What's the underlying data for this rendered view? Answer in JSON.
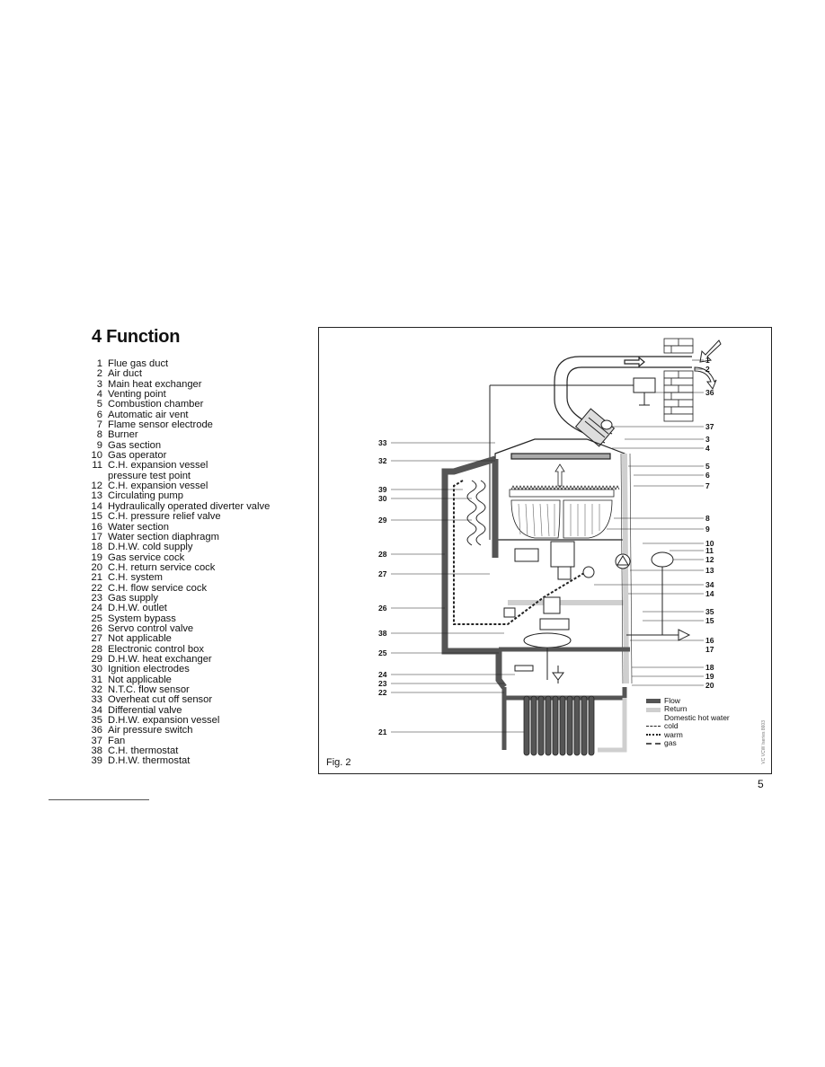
{
  "section": {
    "number": "4",
    "title": "Function"
  },
  "items": [
    {
      "num": "1",
      "label": "Flue gas duct"
    },
    {
      "num": "2",
      "label": "Air duct"
    },
    {
      "num": "3",
      "label": "Main heat exchanger"
    },
    {
      "num": "4",
      "label": "Venting point"
    },
    {
      "num": "5",
      "label": "Combustion chamber"
    },
    {
      "num": "6",
      "label": "Automatic air vent"
    },
    {
      "num": "7",
      "label": "Flame sensor electrode"
    },
    {
      "num": "8",
      "label": "Burner"
    },
    {
      "num": "9",
      "label": "Gas section"
    },
    {
      "num": "10",
      "label": "Gas operator"
    },
    {
      "num": "11",
      "label": "C.H. expansion vessel"
    },
    {
      "num": "",
      "label": "pressure test point"
    },
    {
      "num": "12",
      "label": "C.H. expansion vessel"
    },
    {
      "num": "13",
      "label": "Circulating pump"
    },
    {
      "num": "14",
      "label": "Hydraulically operated diverter valve"
    },
    {
      "num": "15",
      "label": "C.H. pressure relief valve"
    },
    {
      "num": "16",
      "label": "Water section"
    },
    {
      "num": "17",
      "label": "Water section diaphragm"
    },
    {
      "num": "18",
      "label": "D.H.W. cold supply"
    },
    {
      "num": "19",
      "label": "Gas service cock"
    },
    {
      "num": "20",
      "label": "C.H. return service cock"
    },
    {
      "num": "21",
      "label": "C.H. system"
    },
    {
      "num": "22",
      "label": "C.H. flow service cock"
    },
    {
      "num": "23",
      "label": "Gas supply"
    },
    {
      "num": "24",
      "label": "D.H.W. outlet"
    },
    {
      "num": "25",
      "label": "System bypass"
    },
    {
      "num": "26",
      "label": "Servo control valve"
    },
    {
      "num": "27",
      "label": "Not applicable"
    },
    {
      "num": "28",
      "label": "Electronic control box"
    },
    {
      "num": "29",
      "label": "D.H.W. heat exchanger"
    },
    {
      "num": "30",
      "label": "Ignition electrodes"
    },
    {
      "num": "31",
      "label": "Not applicable"
    },
    {
      "num": "32",
      "label": "N.T.C. flow sensor"
    },
    {
      "num": "33",
      "label": "Overheat cut off sensor"
    },
    {
      "num": "34",
      "label": "Differential valve"
    },
    {
      "num": "35",
      "label": "D.H.W. expansion vessel"
    },
    {
      "num": "36",
      "label": "Air pressure switch"
    },
    {
      "num": "37",
      "label": "Fan"
    },
    {
      "num": "38",
      "label": "C.H. thermostat"
    },
    {
      "num": "39",
      "label": "D.H.W. thermostat"
    }
  ],
  "figure": {
    "caption": "Fig. 2",
    "credit": "VC VCW /series 8603",
    "callouts": {
      "n1": "1",
      "n2": "2",
      "n36": "36",
      "n37": "37",
      "n3": "3",
      "n4": "4",
      "n5": "5",
      "n6": "6",
      "n7": "7",
      "n8": "8",
      "n9": "9",
      "n10": "10",
      "n11": "11",
      "n12": "12",
      "n13": "13",
      "n34": "34",
      "n14": "14",
      "n35": "35",
      "n15": "15",
      "n16": "16",
      "n17": "17",
      "n18": "18",
      "n19": "19",
      "n20": "20",
      "n33": "33",
      "n32": "32",
      "n39": "39",
      "n30": "30",
      "n29": "29",
      "n28": "28",
      "n27": "27",
      "n26": "26",
      "n38": "38",
      "n25": "25",
      "n24": "24",
      "n23": "23",
      "n22": "22",
      "n21": "21"
    },
    "legend": [
      {
        "label": "Flow",
        "color": "#555555"
      },
      {
        "label": "Return",
        "color": "#cfcfcf"
      },
      {
        "label": "Domestic hot water",
        "color": "#ffffff"
      },
      {
        "label": "cold",
        "color": "#ffffff"
      },
      {
        "label": "warm",
        "color": "#ffffff"
      },
      {
        "label": "gas",
        "color": "#ffffff"
      }
    ]
  },
  "page_number": "5",
  "colors": {
    "flow": "#555555",
    "return": "#cfcfcf",
    "line": "#111111"
  }
}
